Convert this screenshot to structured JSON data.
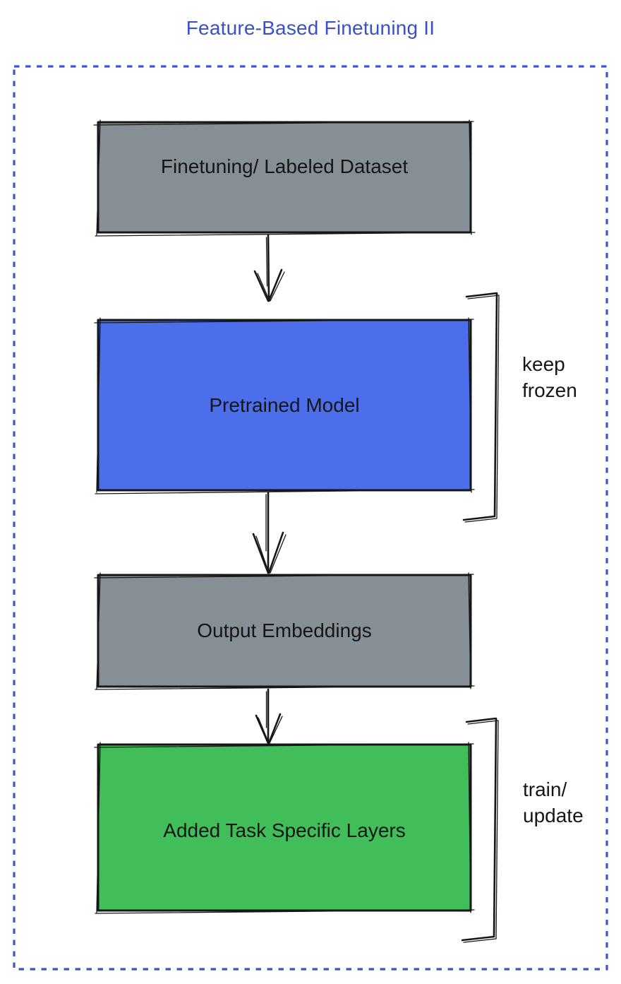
{
  "title": "Feature-Based Finetuning II",
  "colors": {
    "title": "#3A50C8",
    "frame": "#3D55C8",
    "box_gray": "#868E96",
    "box_blue": "#4B6EEB",
    "box_green": "#41BD5A"
  },
  "boxes": {
    "dataset": {
      "label": "Finetuning/ Labeled Dataset"
    },
    "pretrained": {
      "label": "Pretrained Model"
    },
    "embeddings": {
      "label": "Output Embeddings"
    },
    "task_layers": {
      "label": "Added Task Specific Layers"
    }
  },
  "annotations": {
    "keep_frozen": {
      "line1": "keep",
      "line2": "frozen"
    },
    "train_update": {
      "line1": "train/",
      "line2": "update"
    }
  }
}
